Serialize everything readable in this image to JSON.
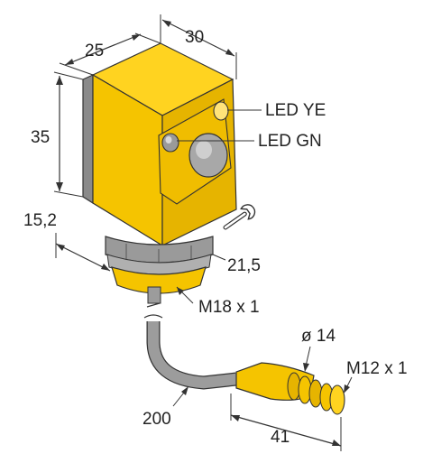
{
  "labels": {
    "dim_30": "30",
    "dim_25": "25",
    "dim_35": "35",
    "dim_15_2": "15,2",
    "dim_21_5": "21,5",
    "led_ye": "LED YE",
    "led_gn": "LED GN",
    "thread_m18": "M18 x 1",
    "diameter_14": "ø 14",
    "thread_m12": "M12 x 1",
    "cable_200": "200",
    "dim_41": "41"
  },
  "colors": {
    "housing_yellow": "#f5c400",
    "housing_dark": "#c99a00",
    "face_plate": "#8a8a8a",
    "nut_grey": "#9a9a9a",
    "cable_grey": "#9c9c9c",
    "line": "#333333"
  },
  "icons": {
    "wrench": "wrench-icon"
  }
}
